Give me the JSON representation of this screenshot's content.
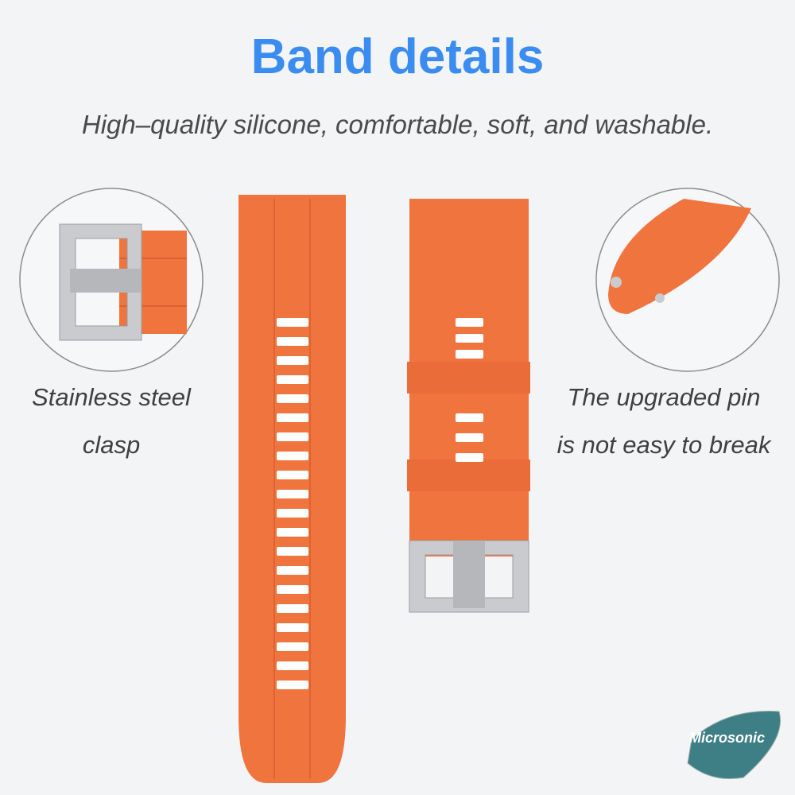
{
  "title": "Band details",
  "subtitle": "High–quality silicone, comfortable, soft, and washable.",
  "left_feature": {
    "line1": "Stainless steel",
    "line2": "clasp"
  },
  "right_feature": {
    "line1": "The upgraded pin",
    "line2": "is not easy to break"
  },
  "logo": {
    "text": "Microsonic",
    "color": "#3e7f86"
  },
  "colors": {
    "band": "#f0743e",
    "title": "#3b8cf0",
    "background": "#f3f4f6"
  }
}
